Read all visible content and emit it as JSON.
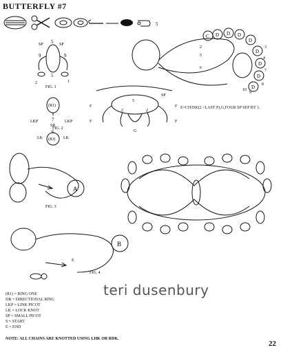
{
  "header": {
    "title": "BUTTERFLY #7"
  },
  "tools": {
    "count_label": "5"
  },
  "figures": {
    "fig1": {
      "label": "FIG. 1",
      "sp_left": "SP",
      "sp_right": "SP",
      "n9_left": "9",
      "n9_right": "9",
      "n5_top": "5",
      "n5_bottom": "5",
      "n2": "2",
      "n1": "1"
    },
    "fig2": {
      "label": "FIG. 2",
      "r1": "(R1)",
      "n7": "7",
      "sr": "SR",
      "n6": "6",
      "rj": "(RJ)",
      "lkp": "LKP",
      "lk": "LK"
    },
    "fig3": {
      "label": "FIG. 3",
      "ring": "A"
    },
    "fig4": {
      "label": "FIG. 4",
      "ring": "B",
      "e": "E"
    },
    "body_chart": {
      "g": "G",
      "f": "F",
      "sp": "SP",
      "n5": "5",
      "n2": "2"
    },
    "wing": {
      "c": "C",
      "d": "D",
      "nums": [
        "2",
        "5",
        "6",
        "10",
        "9",
        "8",
        "7",
        "3",
        "4"
      ]
    }
  },
  "formula": "E=CH/DK(2 <LAST P),G,FOUR SP SEP BY 1.",
  "signature": "teri dusenbury",
  "legend": [
    "(R1) = RING ONE",
    "DR = DIRECTIONAL RING",
    "LKP = LINK PICOT",
    "LK = LOCK KNOT",
    "SP = SMALL PICOT",
    "S = START",
    "E = END"
  ],
  "note": "NOTE:  ALL CHAINS ARE KNOTTED USING LHK OR RDK.",
  "page_number": "22"
}
